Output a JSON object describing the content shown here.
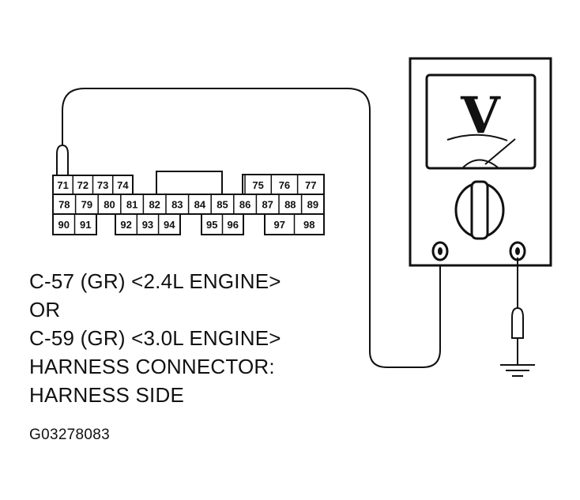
{
  "caption_lines": [
    "C-57 (GR) <2.4L ENGINE>",
    "OR",
    "C-59 (GR) <3.0L ENGINE>",
    "HARNESS CONNECTOR:",
    "HARNESS SIDE"
  ],
  "figure_id": "G03278083",
  "connector_pins": {
    "row1_left": [
      "71",
      "72",
      "73",
      "74"
    ],
    "row1_right": [
      "75",
      "76",
      "77"
    ],
    "row2": [
      "78",
      "79",
      "80",
      "81",
      "82",
      "83",
      "84",
      "85",
      "86",
      "87",
      "88",
      "89"
    ],
    "row3_left": [
      "90",
      "91"
    ],
    "row3_mid": [
      "92",
      "93",
      "94"
    ],
    "row3_right_a": [
      "95",
      "96"
    ],
    "row3_right_b": [
      "97",
      "98"
    ]
  },
  "meter_symbol": "V"
}
